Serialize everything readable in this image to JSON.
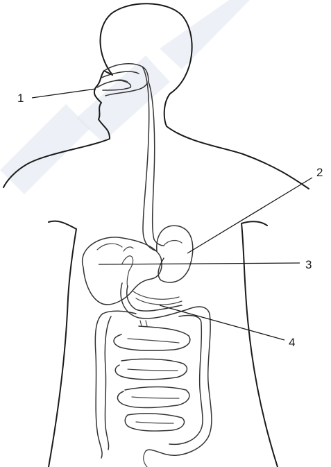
{
  "labels": [
    {
      "id": "1",
      "text": "1"
    },
    {
      "id": "2",
      "text": "2"
    },
    {
      "id": "3",
      "text": "3"
    },
    {
      "id": "4",
      "text": "4"
    }
  ],
  "colors": {
    "line": "#1a1a1a",
    "watermark": "#dfe6f0",
    "background": "#ffffff"
  }
}
